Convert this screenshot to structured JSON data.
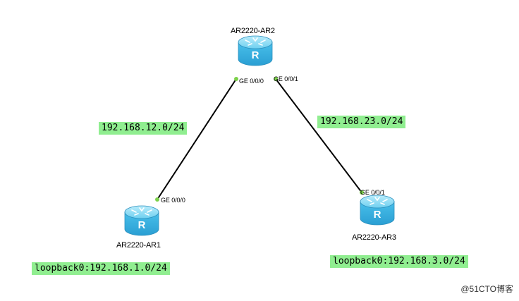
{
  "devices": [
    {
      "id": "ar2",
      "name": "AR2220-AR2"
    },
    {
      "id": "ar1",
      "name": "AR2220-AR1"
    },
    {
      "id": "ar3",
      "name": "AR2220-AR3"
    }
  ],
  "ports": {
    "ar2_left": "GE 0/0/0",
    "ar2_right": "GE 0/0/1",
    "ar1_up": "GE 0/0/0",
    "ar3_up": "GE 0/0/1"
  },
  "links": [
    {
      "from": "ar2",
      "to": "ar1"
    },
    {
      "from": "ar2",
      "to": "ar3"
    }
  ],
  "subnets": {
    "ar1_ar2": "192.168.12.0/24",
    "ar2_ar3": "192.168.23.0/24",
    "ar1_loopback": "loopback0:192.168.1.0/24",
    "ar3_loopback": "loopback0:192.168.3.0/24"
  },
  "watermark": "@51CTO博客",
  "colors": {
    "router_body": "#4fc3ea",
    "label_bg": "#90ee90",
    "port_dot": "#7cd14a",
    "link": "#000000"
  }
}
